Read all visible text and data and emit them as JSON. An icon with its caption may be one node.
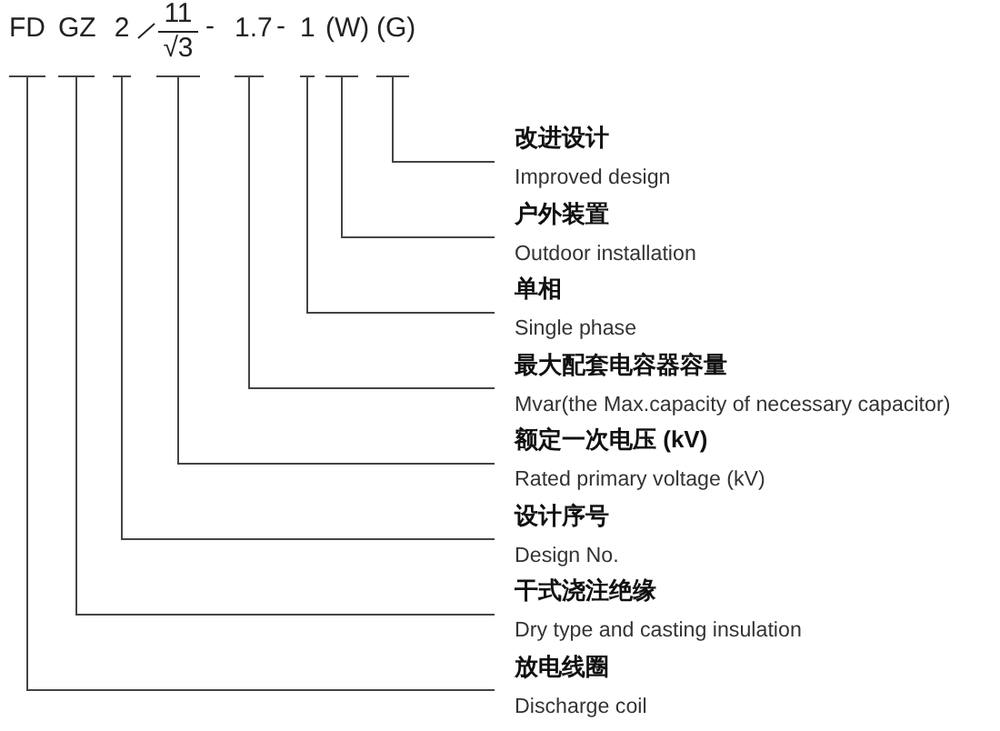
{
  "diagram": {
    "nodes": [
      {
        "text": [
          "FD"
        ]
      },
      {
        "text": [
          "GZ"
        ]
      },
      {
        "text": [
          "2"
        ]
      },
      {
        "text": [
          "11",
          "√3"
        ]
      },
      {
        "text": [
          "1.7"
        ]
      },
      {
        "text": [
          "1"
        ]
      },
      {
        "text": [
          "(W)"
        ]
      },
      {
        "text": [
          "(G)"
        ]
      },
      {
        "text": [
          "改进设计",
          "Improved design"
        ]
      },
      {
        "text": [
          "户外装置",
          "Outdoor installation"
        ]
      },
      {
        "text": [
          "单相",
          "Single phase"
        ]
      },
      {
        "text": [
          "最大配套电容器容量",
          "Mvar(the Max.capacity of necessary capacitor)"
        ]
      },
      {
        "text": [
          "额定一次电压 (kV)",
          "Rated primary voltage (kV)"
        ]
      },
      {
        "text": [
          "设计序号",
          "Design No."
        ]
      },
      {
        "text": [
          "干式浇注绝缘",
          "Dry type and casting insulation"
        ]
      },
      {
        "text": [
          "放电线圈",
          "Discharge coil"
        ]
      }
    ],
    "edges": [
      {
        "from": 7,
        "to": 8,
        "arrow": "none"
      },
      {
        "from": 6,
        "to": 9,
        "arrow": "none"
      },
      {
        "from": 5,
        "to": 10,
        "arrow": "none"
      },
      {
        "from": 4,
        "to": 11,
        "arrow": "none"
      },
      {
        "from": 3,
        "to": 12,
        "arrow": "none"
      },
      {
        "from": 2,
        "to": 13,
        "arrow": "none"
      },
      {
        "from": 1,
        "to": 14,
        "arrow": "none"
      },
      {
        "from": 0,
        "to": 15,
        "arrow": "none"
      }
    ],
    "labels": [
      "-",
      "-"
    ]
  }
}
